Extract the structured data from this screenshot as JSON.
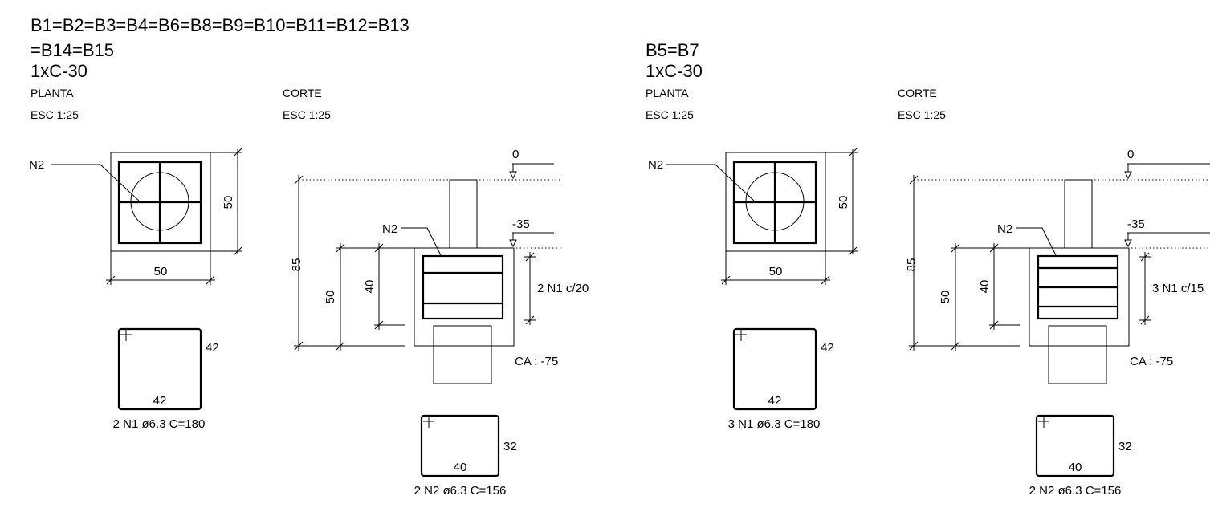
{
  "sheet": {
    "left": {
      "title_line1": "B1=B2=B3=B4=B6=B8=B9=B10=B11=B12=B13",
      "title_line2": "=B14=B15",
      "qty": "1xC-30",
      "plan_label": "PLANTA",
      "plan_scale": "ESC 1:25",
      "section_label": "CORTE",
      "section_scale": "ESC 1:25",
      "plan_tag": "N2",
      "plan_dim_v": "50",
      "plan_dim_h": "50",
      "level_top": "0",
      "level_mid": "-35",
      "section_tag": "N2",
      "dim_total": "85",
      "dim_block": "50",
      "dim_stirrups": "40",
      "stirrup_note": "2 N1 c/20",
      "bottom_level": "CA : -75",
      "bar1_side": "42",
      "bar1_bottom": "42",
      "bar1_label": "2 N1 ø6.3 C=180",
      "bar2_side": "32",
      "bar2_bottom": "40",
      "bar2_label": "2 N2 ø6.3 C=156"
    },
    "right": {
      "title_line1": "B5=B7",
      "qty": "1xC-30",
      "plan_label": "PLANTA",
      "plan_scale": "ESC 1:25",
      "section_label": "CORTE",
      "section_scale": "ESC 1:25",
      "plan_tag": "N2",
      "plan_dim_v": "50",
      "plan_dim_h": "50",
      "level_top": "0",
      "level_mid": "-35",
      "section_tag": "N2",
      "dim_total": "85",
      "dim_block": "50",
      "dim_stirrups": "40",
      "stirrup_note": "3 N1 c/15",
      "bottom_level": "CA : -75",
      "bar1_side": "42",
      "bar1_bottom": "42",
      "bar1_label": "3 N1 ø6.3 C=180",
      "bar2_side": "32",
      "bar2_bottom": "40",
      "bar2_label": "2 N2 ø6.3 C=156"
    }
  }
}
